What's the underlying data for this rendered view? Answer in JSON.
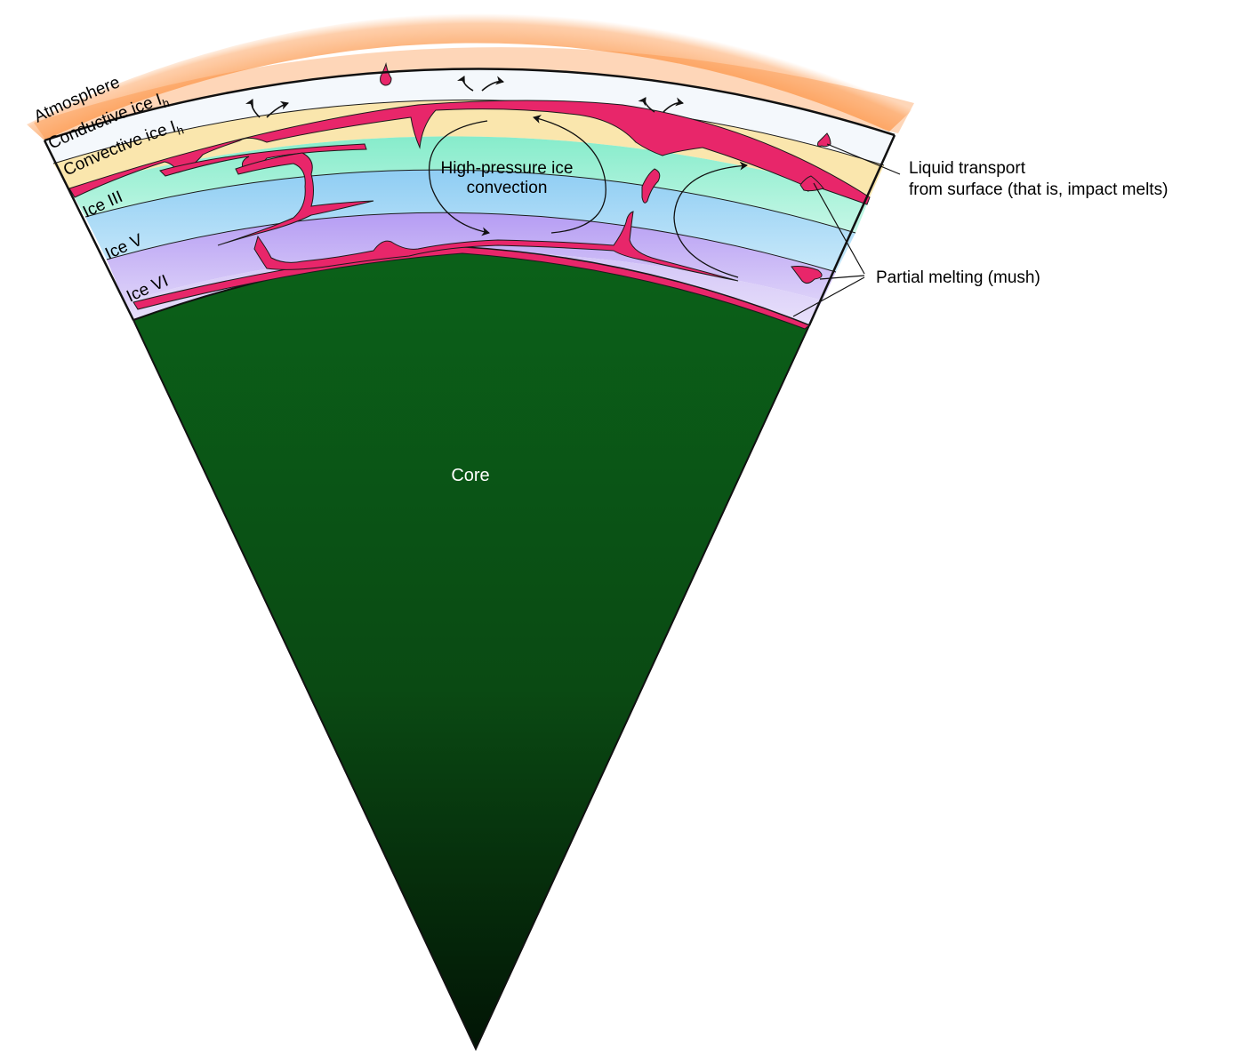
{
  "layers": {
    "atmosphere": "Atmosphere",
    "conductive_ice": "Conductive ice I",
    "conductive_ice_sub": "h",
    "convective_ice": "Convective ice I",
    "convective_ice_sub": "h",
    "ice_iii": "Ice III",
    "ice_v": "Ice V",
    "ice_vi": "Ice VI",
    "core": "Core"
  },
  "annotations": {
    "hp_convection_line1": "High-pressure ice",
    "hp_convection_line2": "convection",
    "liquid_transport_line1": "Liquid transport",
    "liquid_transport_line2": "from surface (that is, impact melts)",
    "partial_melting": "Partial melting (mush)"
  },
  "colors": {
    "atmosphere_glow": "#f97316",
    "surface_white": "#f4f8fc",
    "ice_ih": "#fae6ad",
    "convective_ice": "#9cf0d6",
    "ice_iii": "#a9dbf5",
    "ice_v": "#c8b6f5",
    "ice_vi": "#dcd2f8",
    "melt": "#e8266a",
    "core_top": "#0a5e18",
    "core_bottom": "#031a06"
  }
}
